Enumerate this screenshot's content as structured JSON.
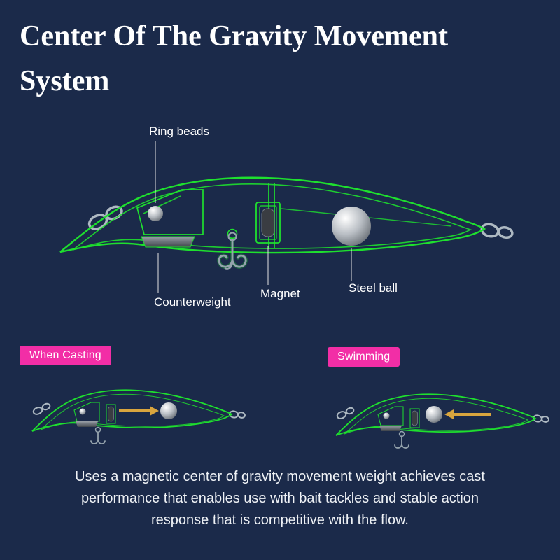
{
  "page": {
    "background": "#1b2a4a",
    "title_line1": "Center Of The Gravity Movement",
    "title_line2": "System"
  },
  "colors": {
    "lure_outline_green": "#1ee02e",
    "badge_pink": "#f22ea6",
    "arrow_yellow": "#d9a53e",
    "label_white": "#ffffff",
    "metal_gray": "#aeb9c2"
  },
  "main_diagram": {
    "labels": {
      "ring_beads": "Ring beads",
      "counterweight": "Counterweight",
      "magnet": "Magnet",
      "steel_ball": "Steel ball"
    }
  },
  "modes": {
    "casting_label": "When Casting",
    "swimming_label": "Swimming"
  },
  "description": {
    "line1": "Uses a magnetic center of gravity movement weight achieves cast",
    "line2": "performance that enables use with bait tackles and stable action",
    "line3": "response that is competitive with the flow."
  }
}
